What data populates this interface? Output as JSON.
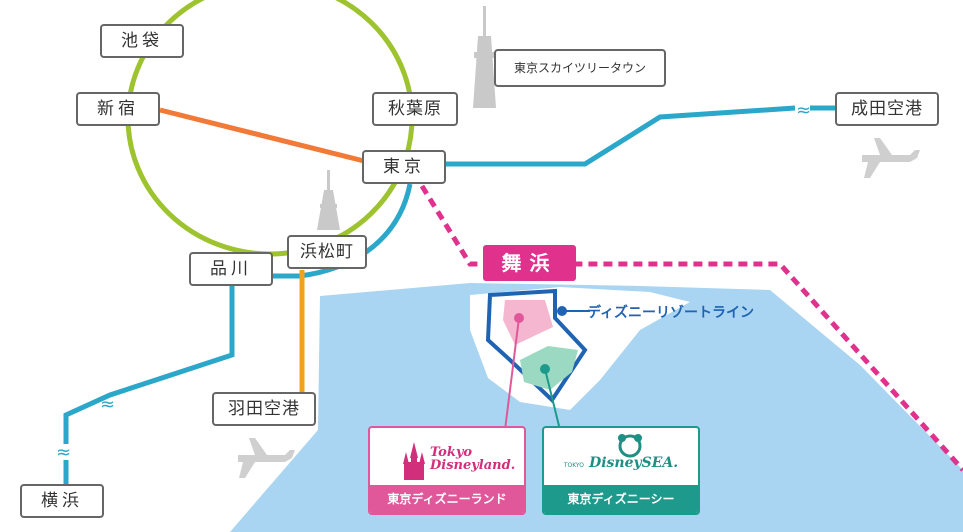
{
  "stations": {
    "ikebukuro": "池袋",
    "shinjuku": "新宿",
    "akihabara": "秋葉原",
    "tokyo": "東京",
    "shinagawa": "品川",
    "hamamatsucho": "浜松町",
    "yokohama": "横浜"
  },
  "airports": {
    "narita": "成田空港",
    "haneda": "羽田空港"
  },
  "landmark": {
    "skytree_town": "東京スカイツリータウン"
  },
  "maihama": "舞浜",
  "resort_line": "ディズニーリゾートライン",
  "parks": {
    "disneyland": {
      "logo_line1": "Tokyo",
      "logo_line2": "Disneyland.",
      "name": "東京ディズニーランド",
      "color": "#e0579a"
    },
    "disneysea": {
      "logo_small": "TOKYO",
      "logo_text": "DisneySEA.",
      "name": "東京ディズニーシー",
      "color": "#1d9a8b"
    }
  },
  "colors": {
    "yamanote": "#9dc32f",
    "chuo": "#f07a3a",
    "keiyo_tokaido": "#2ba7c9",
    "monorail": "#f0a21e",
    "musashino": "#e0318c",
    "resort_line": "#1f63b3",
    "sea": "#a9d4f2"
  }
}
